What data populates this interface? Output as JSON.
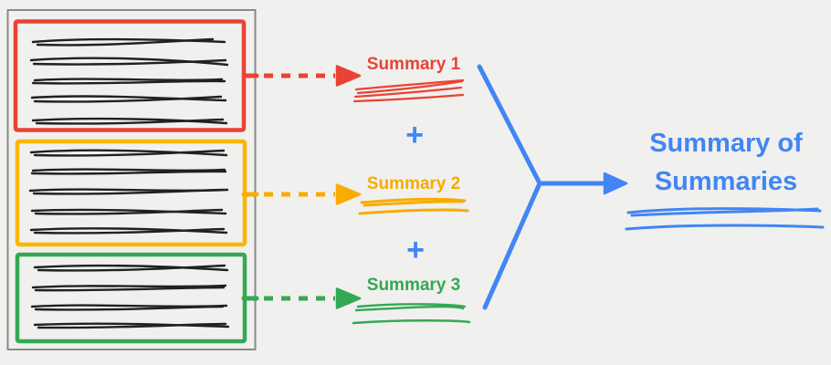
{
  "colors": {
    "bg": "#f0f0ee",
    "red": "#e94335",
    "yellow": "#f9ab00",
    "yellowBox": "#fbb604",
    "green": "#34a853",
    "blue": "#4285f4",
    "ink": "#212121",
    "docBorder": "#8a8a8a"
  },
  "summaries": [
    {
      "label": "Summary 1",
      "color": "#e94335"
    },
    {
      "label": "Summary 2",
      "color": "#f9ab00"
    },
    {
      "label": "Summary 3",
      "color": "#34a853"
    }
  ],
  "plus": "+",
  "result": {
    "label": "Summary of Summaries",
    "color": "#4285f4"
  },
  "icons": [
    "document-outline",
    "section-box-red",
    "section-box-yellow",
    "section-box-green",
    "dashed-arrow-red",
    "dashed-arrow-yellow",
    "dashed-arrow-green",
    "merge-arrow-blue",
    "scribble-underline-red",
    "scribble-underline-yellow",
    "scribble-underline-green",
    "scribble-underline-blue"
  ]
}
